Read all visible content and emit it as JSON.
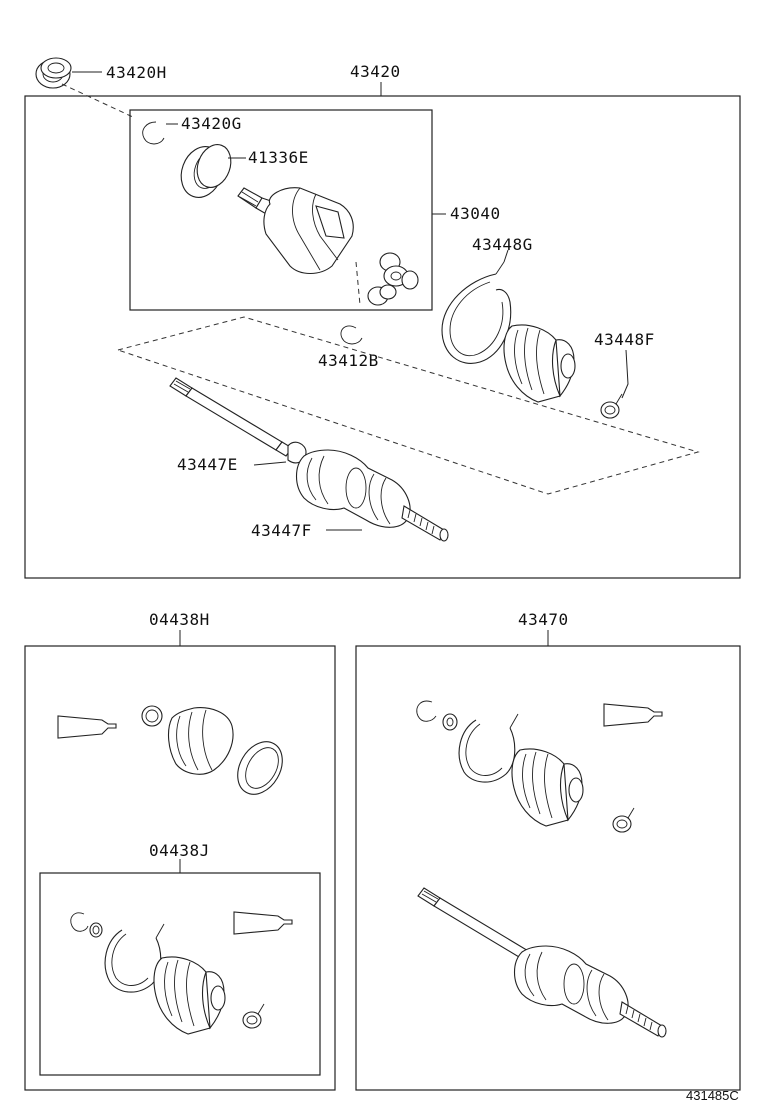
{
  "labels": {
    "p43420h": "43420H",
    "p43420": "43420",
    "p43420g": "43420G",
    "p41336e": "41336E",
    "p43040": "43040",
    "p43448g": "43448G",
    "p43448f": "43448F",
    "p43412b": "43412B",
    "p43447e": "43447E",
    "p43447f": "43447F",
    "p04438h": "04438H",
    "p04438j": "04438J",
    "p43470": "43470"
  },
  "reference": "431485C"
}
